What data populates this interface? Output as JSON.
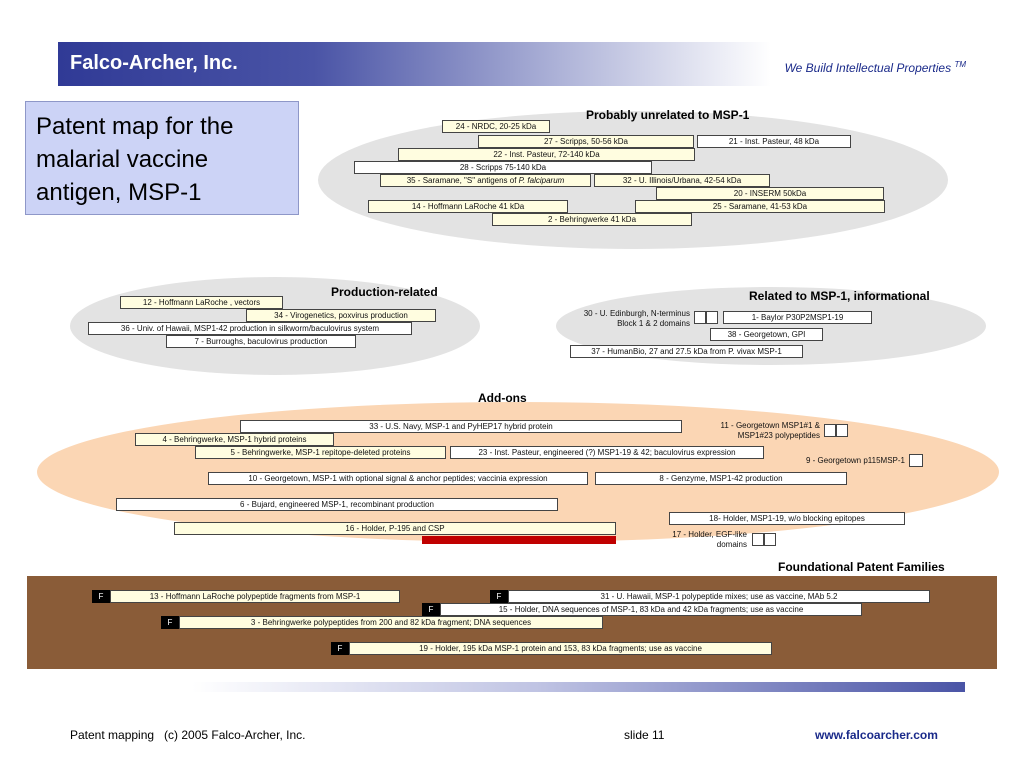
{
  "header": {
    "company": "Falco-Archer, Inc.",
    "tagline": "We Build Intellectual Properties",
    "tm": "TM"
  },
  "title": "Patent map for the malarial vaccine antigen, MSP-1",
  "sections": {
    "unrelated": "Probably unrelated to MSP-1",
    "production": "Production-related",
    "informational": "Related to MSP-1, informational",
    "addons": "Add-ons",
    "foundational": "Foundational Patent Families"
  },
  "unrelated": {
    "nrdc": "24 - NRDC, 20-25 kDa",
    "scripps56": "27 - Scripps, 50-56 kDa",
    "pasteur48": "21 - Inst. Pasteur, 48 kDa",
    "pasteur72": "22 - Inst. Pasteur, 72-140 kDa",
    "scripps75": "28 - Scripps 75-140 kDa",
    "saramane_s_prefix": "35 - Saramane, \"S\" antigens of ",
    "saramane_s_species": "P. falciparum",
    "illinois": "32 - U. Illinois/Urbana, 42-54 kDa",
    "inserm": "20 - INSERM 50kDa",
    "hoffmann41": "14 - Hoffmann LaRoche 41 kDa",
    "saramane4153": "25 - Saramane, 41-53 kDa",
    "behringwerke41": "2 - Behringwerke 41 kDa"
  },
  "production": {
    "hoffmann_vectors": "12 - Hoffmann LaRoche , vectors",
    "virogenetics": "34 - Virogenetics, poxvirus production",
    "hawaii": "36 - Univ. of Hawaii, MSP1-42 production in silkworm/baculovirus system",
    "burroughs": "7 - Burroughs, baculovirus production"
  },
  "informational": {
    "edinburgh_line1": "30 - U. Edinburgh, N-terminus",
    "edinburgh_line2": "Block 1 & 2 domains",
    "baylor": "1- Baylor P30P2MSP1-19",
    "georgetown_gpi": "38 - Georgetown, GPI",
    "humanbio": "37 - HumanBio, 27 and 27.5 kDa from P. vivax MSP-1"
  },
  "addons": {
    "usnavy": "33 - U.S. Navy, MSP-1 and PyHEP17 hybrid protein",
    "georgetown11_line1": "11 - Georgetown MSP1#1 &",
    "georgetown11_line2": "MSP1#23 polypeptides",
    "behringwerke_hybrid": "4 - Behringwerke, MSP-1 hybrid proteins",
    "behringwerke_repitope": "5 - Behringwerke, MSP-1 repitope-deleted proteins",
    "pasteur_engineered": "23 - Inst. Pasteur, engineered (?) MSP1-19 & 42; baculovirus expression",
    "georgetown9": "9 - Georgetown p115MSP-1",
    "georgetown10": "10 - Georgetown, MSP-1 with optional signal & anchor peptides; vaccinia expression",
    "genzyme": "8 - Genzyme, MSP1-42 production",
    "bujard": "6 - Bujard, engineered MSP-1, recombinant production",
    "holder18": "18- Holder, MSP1-19, w/o blocking epitopes",
    "holder16": "16 - Holder, P-195 and CSP",
    "holder17_line1": "17 - Holder, EGF-like",
    "holder17_line2": "domains"
  },
  "foundational": {
    "marker": "F",
    "hoffmann13": "13 - Hoffmann LaRoche polypeptide fragments from MSP-1",
    "hawaii31": "31 - U. Hawaii, MSP-1 polypeptide mixes; use as vaccine, MAb 5.2",
    "holder15": "15 - Holder, DNA sequences of MSP-1, 83 kDa and 42 kDa fragments; use as vaccine",
    "behringwerke3": "3 - Behringwerke polypeptides from 200 and 82 kDa fragment; DNA sequences",
    "holder19": "19 - Holder, 195 kDa MSP-1 protein and 153, 83 kDa fragments; use as vaccine"
  },
  "footer": {
    "left": "Patent mapping   (c) 2005 Falco-Archer, Inc.",
    "slide": "slide 11",
    "url": "www.falcoarcher.com"
  },
  "colors": {
    "header_blue": "#303a96",
    "title_box": "#ccd3f6",
    "gray_cluster": "#e3e3e3",
    "addons_cluster": "#fbd6b4",
    "box_fill": "#fffde0",
    "highlight_bar": "#c00000",
    "foundation_bg": "#8a5c38"
  }
}
